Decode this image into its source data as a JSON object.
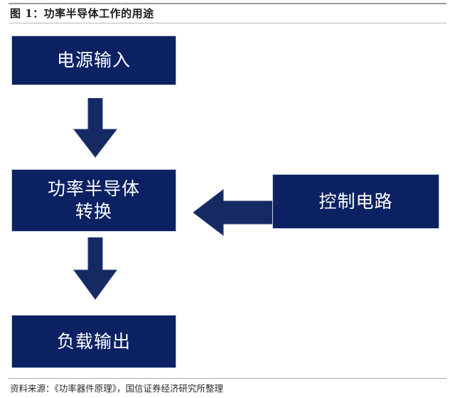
{
  "figure": {
    "title": "图 1：功率半导体工作的用途",
    "source_note": "资料来源：《功率器件原理》，国信证券经济研究所整理"
  },
  "colors": {
    "box_fill": "#0b2162",
    "box_border": "#c3c8dd",
    "arrow_fill": "#152a63",
    "box_text": "#ffffff",
    "title_text": "#1b1b1b",
    "rule": "#9b9b9b",
    "background": "#ffffff"
  },
  "diagram": {
    "type": "flowchart",
    "nodes": [
      {
        "id": "power-input",
        "label": "电源输入"
      },
      {
        "id": "conversion",
        "label": "功率半导体\n转换"
      },
      {
        "id": "control-circuit",
        "label": "控制电路"
      },
      {
        "id": "load-output",
        "label": "负载输出"
      }
    ],
    "edges": [
      {
        "id": "input-to-conversion",
        "from": "power-input",
        "to": "conversion",
        "direction": "down"
      },
      {
        "id": "conversion-to-output",
        "from": "conversion",
        "to": "load-output",
        "direction": "down"
      },
      {
        "id": "control-to-conversion",
        "from": "control-circuit",
        "to": "conversion",
        "direction": "left"
      }
    ]
  }
}
